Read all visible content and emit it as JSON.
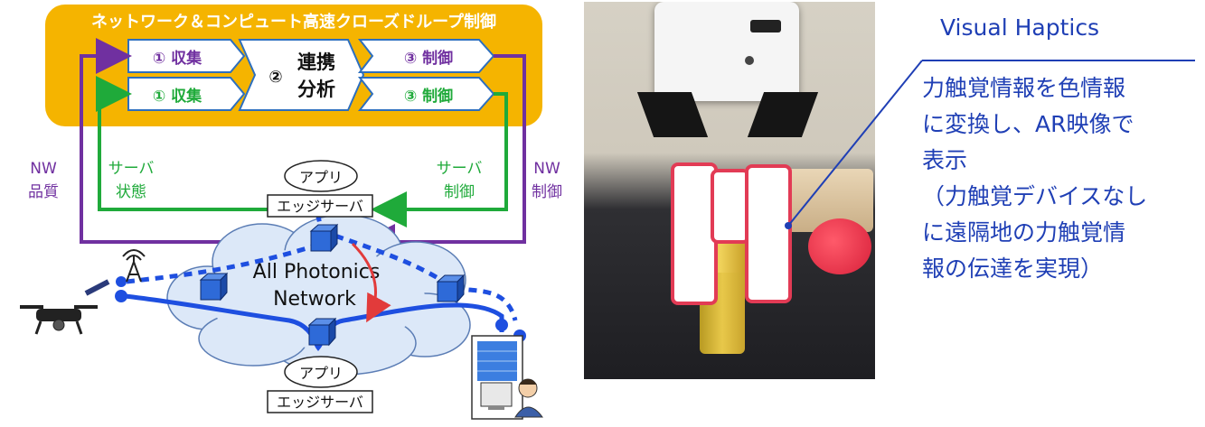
{
  "banner": {
    "title": "ネットワーク＆コンピュート高速クローズドループ制御",
    "collect1": "① 収集",
    "collect2": "① 収集",
    "analyze_line1": "連携",
    "analyze_line2": "分析",
    "analyze_num": "②",
    "control1": "③ 制御",
    "control2": "③ 制御"
  },
  "labels": {
    "nw_quality_1": "NW",
    "nw_quality_2": "品質",
    "server_state_1": "サーバ",
    "server_state_2": "状態",
    "server_control_1": "サーバ",
    "server_control_2": "制御",
    "nw_control_1": "NW",
    "nw_control_2": "制御"
  },
  "network": {
    "app_top": "アプリ",
    "edge_top": "エッジサーバ",
    "cloud_line1": "All Photonics",
    "cloud_line2": "Network",
    "app_bottom": "アプリ",
    "edge_bottom": "エッジサーバ"
  },
  "caption": {
    "title": "Visual Haptics",
    "lines": [
      "力触覚情報を色情報",
      "に変換し、AR映像で",
      "表示",
      "（力触覚デバイスなし",
      "に遠隔地の力触覚情",
      "報の伝達を実現）"
    ]
  },
  "colors": {
    "banner": "#f5b400",
    "purple": "#7030a0",
    "green": "#1faa3a",
    "blue": "#1e4fe0",
    "red_arrow": "#e23b3b",
    "caption": "#1f3fb5"
  },
  "icons": [
    "drone-icon",
    "radio-tower-icon",
    "building-icon",
    "operator-icon",
    "network-node-icon"
  ]
}
